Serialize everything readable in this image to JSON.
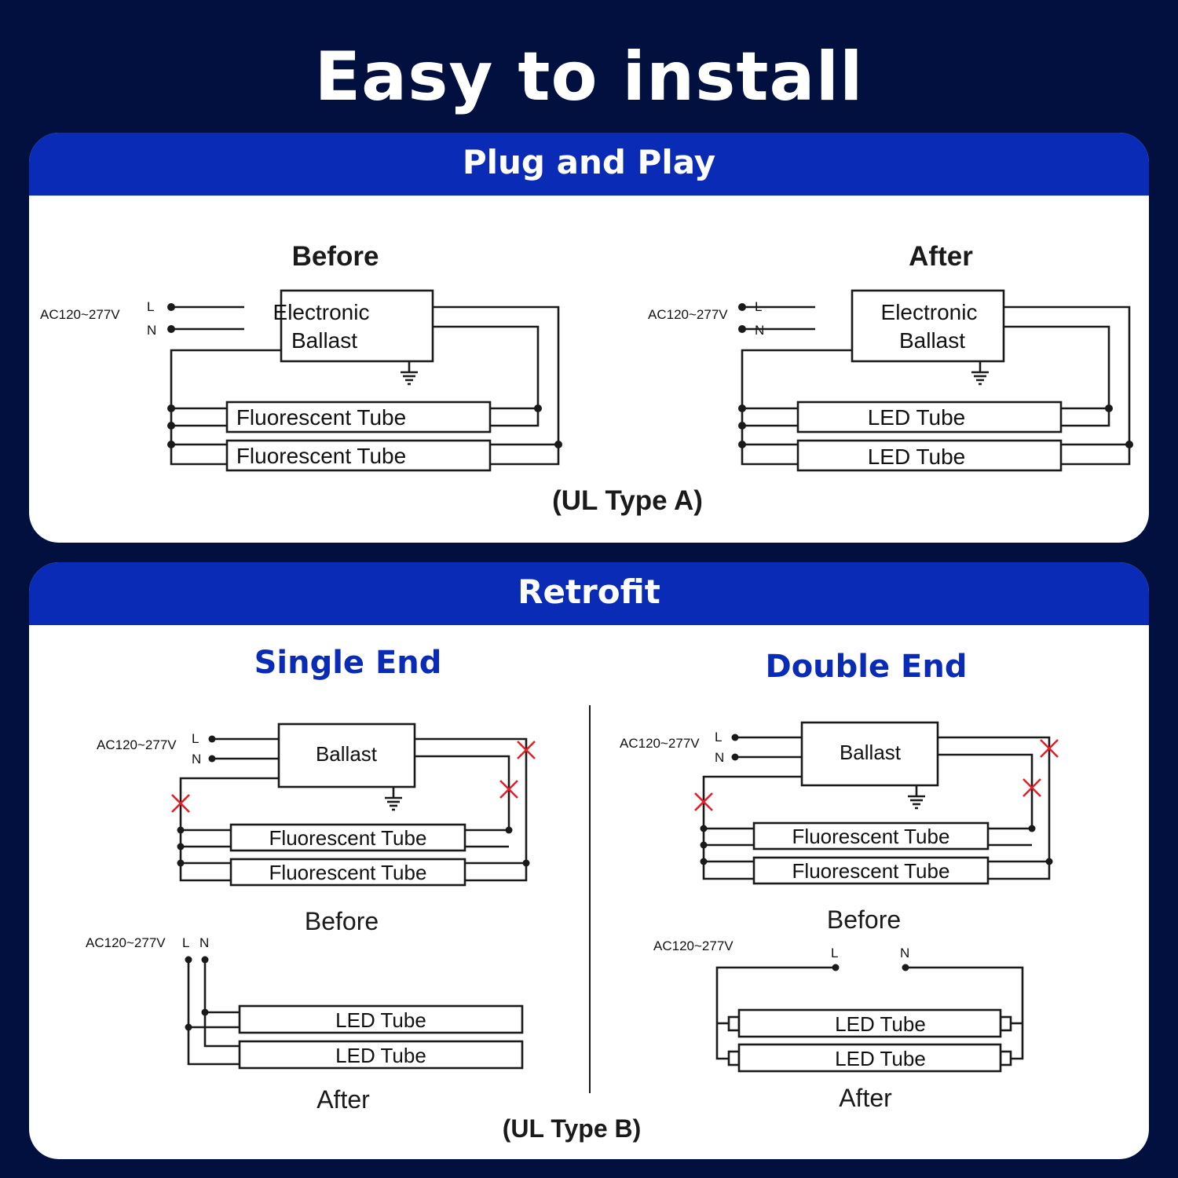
{
  "title": "Easy to install",
  "plug_and_play": {
    "header": "Plug and Play",
    "before_label": "Before",
    "after_label": "After",
    "voltage": "AC120~277V",
    "line": "L",
    "neutral": "N",
    "ballast_line1": "Electronic",
    "ballast_line2": "Ballast",
    "fluorescent_tube": "Fluorescent Tube",
    "led_tube": "LED Tube",
    "type_label": "(UL Type A)"
  },
  "retrofit": {
    "header": "Retrofit",
    "single_end_label": "Single End",
    "double_end_label": "Double End",
    "voltage": "AC120~277V",
    "line": "L",
    "neutral": "N",
    "ballast": "Ballast",
    "fluorescent_tube": "Fluorescent Tube",
    "led_tube": "LED Tube",
    "before_label": "Before",
    "after_label": "After",
    "type_label": "(UL Type B)"
  }
}
